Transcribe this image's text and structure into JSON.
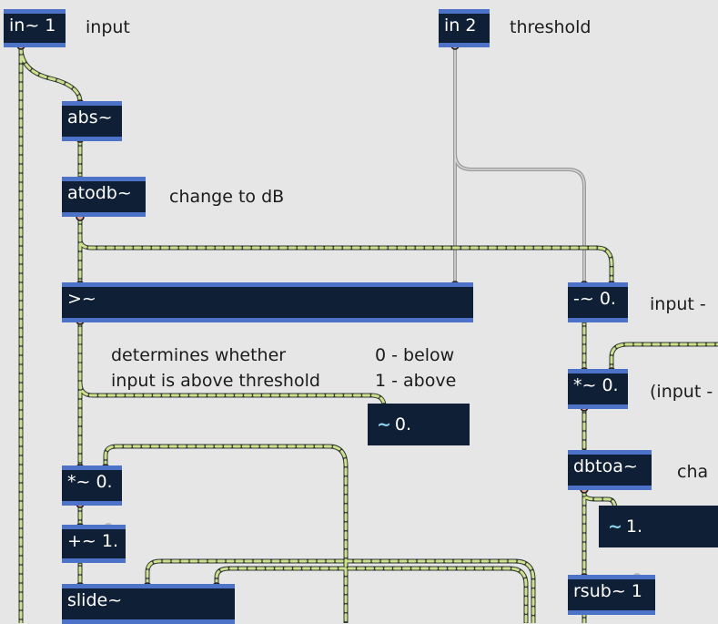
{
  "objects": {
    "in1": "in~ 1",
    "in2": "in 2",
    "abs": "abs~",
    "atodb": "atodb~",
    "gt": ">~",
    "sub": "-~ 0.",
    "mul_right": "*~ 0.",
    "dbtoa": "dbtoa~",
    "mul_left": "*~ 0.",
    "add": "+~ 1.",
    "slide": "slide~",
    "rsub": "rsub~ 1"
  },
  "number_boxes": {
    "gt_out": "0.",
    "dbtoa_out": "1.",
    "tilde": "~"
  },
  "comments": {
    "input": "input",
    "threshold": "threshold",
    "change_db": "change to dB",
    "determines_1": "determines whether",
    "determines_2": "input is above threshold",
    "below": "0 - below",
    "above": "1 - above",
    "input_minus": "input -",
    "input_paren": "(input -",
    "cha": "cha"
  },
  "colors": {
    "background": "#e6e6e6",
    "object_fill": "#0f1f36",
    "object_border": "#4d73c9",
    "signal_cord": "#cfe08a",
    "control_cord": "#9c9c9c",
    "inlet": "#e3a39a"
  }
}
